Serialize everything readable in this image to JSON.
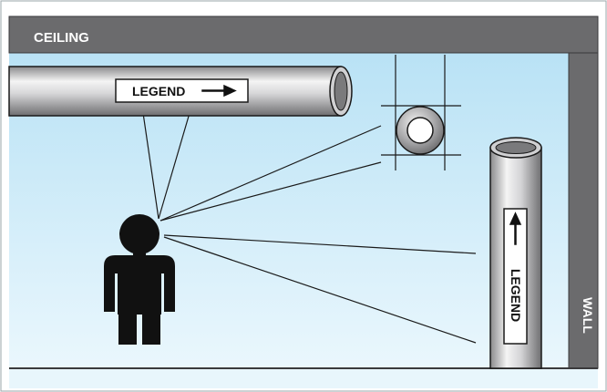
{
  "labels": {
    "ceiling": "CEILING",
    "wall": "WALL"
  },
  "pipes": {
    "horizontal_legend": "LEGEND",
    "vertical_legend": "LEGEND"
  },
  "colors": {
    "sky": "#cdeaf7",
    "floor": "#e8f6fc",
    "structure": "#6b6b6d",
    "structure_edge": "#3a3a3c",
    "figure": "#111111",
    "outline": "#1a1a1a"
  }
}
